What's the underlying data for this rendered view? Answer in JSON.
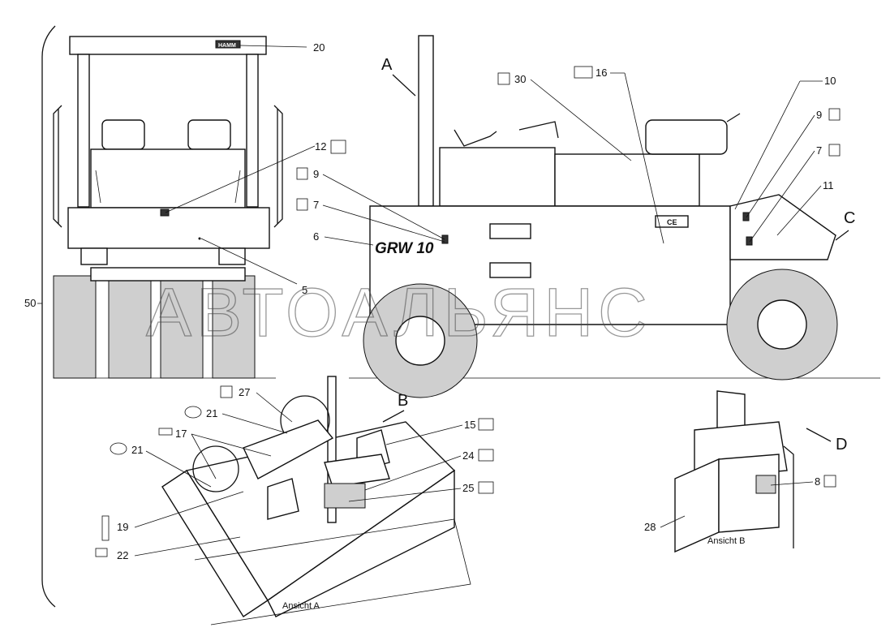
{
  "watermark": "АВТОАЛЬЯНС",
  "views": {
    "view_a_label": "Ansicht A",
    "view_b_label": "Ansicht B",
    "arrow_a": "A",
    "arrow_b": "B",
    "arrow_c": "C",
    "arrow_d": "D"
  },
  "machine_lettering": {
    "model": "GRW 10",
    "ce_mark": "CE",
    "roof_badge": "HAMM"
  },
  "callouts": {
    "c50": "50",
    "c20": "20",
    "c12": "12",
    "c9_front": "9",
    "c7_front": "7",
    "c6": "6",
    "c5": "5",
    "c30": "30",
    "c16": "16",
    "c10": "10",
    "c9_rear": "9",
    "c7_rear": "7",
    "c11": "11",
    "c27": "27",
    "c21_top": "21",
    "c17": "17",
    "c21_left": "21",
    "c15": "15",
    "c24": "24",
    "c25": "25",
    "c19": "19",
    "c22": "22",
    "c8": "8",
    "c28": "28"
  }
}
